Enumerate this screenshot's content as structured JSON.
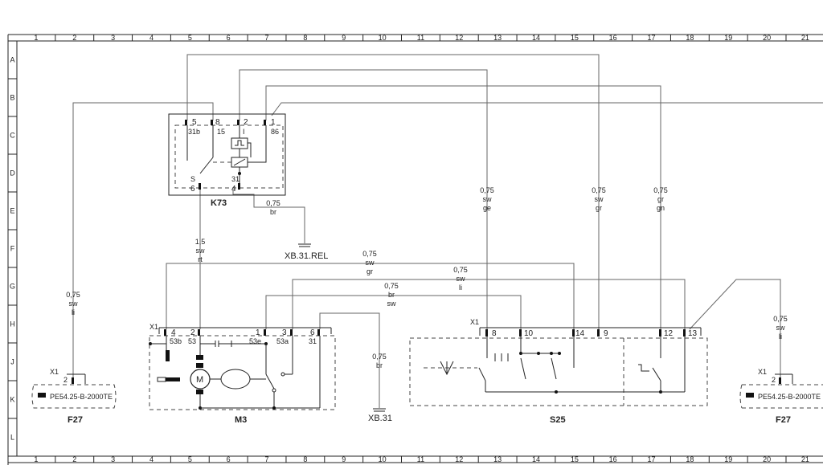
{
  "grid": {
    "cols": [
      "1",
      "2",
      "3",
      "4",
      "5",
      "6",
      "7",
      "8",
      "9",
      "10",
      "11",
      "12",
      "13",
      "14",
      "15",
      "16",
      "17",
      "18",
      "19",
      "20",
      "21"
    ],
    "rows": [
      "A",
      "B",
      "C",
      "D",
      "E",
      "F",
      "G",
      "H",
      "J",
      "K",
      "L"
    ]
  },
  "k73": {
    "name": "K73",
    "pins": [
      {
        "num": "5",
        "fn": "31b"
      },
      {
        "num": "8",
        "fn": "15"
      },
      {
        "num": "2",
        "fn": "I"
      },
      {
        "num": "1",
        "fn": "86"
      },
      {
        "num": "6",
        "fn": "S"
      },
      {
        "num": "4",
        "fn": "31"
      }
    ]
  },
  "m3": {
    "name": "M3",
    "connector": "X1",
    "motor_symbol": "M",
    "pins": [
      {
        "num": "4",
        "fn": "53b"
      },
      {
        "num": "2",
        "fn": "53"
      },
      {
        "num": "1",
        "fn": "53e"
      },
      {
        "num": "3",
        "fn": "53a"
      },
      {
        "num": "6",
        "fn": "31"
      }
    ]
  },
  "s25": {
    "name": "S25",
    "connector": "X1",
    "pins": [
      "8",
      "10",
      "14",
      "9",
      "12",
      "13"
    ]
  },
  "f27_left": {
    "name": "F27",
    "connector": "X1",
    "pin": "2",
    "part": "PE54.25-B-2000TE"
  },
  "f27_right": {
    "name": "F27",
    "connector": "X1",
    "pin": "2",
    "part": "PE54.25-B-2000TE"
  },
  "grounds": [
    "XB.31.REL",
    "XB.31"
  ],
  "wires": [
    {
      "id": "w-k73-xb31rel",
      "size": "0,75",
      "colors": [
        "br"
      ]
    },
    {
      "id": "w-k73-m3",
      "size": "1,5",
      "colors": [
        "sw",
        "rt"
      ]
    },
    {
      "id": "w-s25-8",
      "size": "0,75",
      "colors": [
        "sw",
        "ge"
      ]
    },
    {
      "id": "w-s25-9",
      "size": "0,75",
      "colors": [
        "sw",
        "gr"
      ]
    },
    {
      "id": "w-s25-12",
      "size": "0,75",
      "colors": [
        "gr",
        "gn"
      ]
    },
    {
      "id": "w-m3-4-s25-14",
      "size": "0,75",
      "colors": [
        "sw",
        "gr"
      ]
    },
    {
      "id": "w-m3-1-s25-13",
      "size": "0,75",
      "colors": [
        "sw",
        "li"
      ]
    },
    {
      "id": "w-m3-3-s25-10",
      "size": "0,75",
      "colors": [
        "br",
        "sw"
      ]
    },
    {
      "id": "w-m3-6-xb31",
      "size": "0,75",
      "colors": [
        "br"
      ]
    },
    {
      "id": "w-f27-left",
      "size": "0,75",
      "colors": [
        "sw",
        "li"
      ]
    },
    {
      "id": "w-f27-right",
      "size": "0,75",
      "colors": [
        "sw",
        "li"
      ]
    }
  ]
}
